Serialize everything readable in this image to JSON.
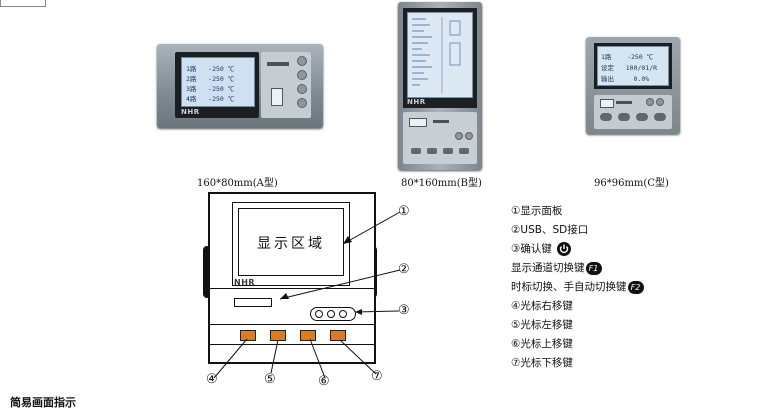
{
  "products": [
    {
      "caption": "160*80mm(A型)",
      "logo": "NHR",
      "screen_rows": [
        "1路   -250 ℃",
        "2路   -250 ℃",
        "3路   -250 ℃",
        "4路   -250 ℃"
      ]
    },
    {
      "caption": "80*160mm(B型)",
      "logo": "NHR"
    },
    {
      "caption": "96*96mm(C型)",
      "screen_rows": [
        "1路    -250 ℃",
        "设定   100/01/R",
        "输出     0.0%"
      ]
    }
  ],
  "diagram": {
    "display_area_label": "显示区域",
    "logo": "NHR",
    "callouts": [
      "①",
      "②",
      "③",
      "④",
      "⑤",
      "⑥",
      "⑦"
    ]
  },
  "legend": [
    {
      "text": "①显示面板"
    },
    {
      "text": "②USB、SD接口"
    },
    {
      "text": "③确认键",
      "icon": "confirm-key-icon"
    },
    {
      "text": "显示通道切换键",
      "badge": "F1"
    },
    {
      "text": "时标切换、手自动切换键",
      "badge": "F2"
    },
    {
      "text": "④光标右移键"
    },
    {
      "text": "⑤光标左移键"
    },
    {
      "text": "⑥光标上移键"
    },
    {
      "text": "⑦光标下移键"
    }
  ],
  "footer": "简易画面指示",
  "colors": {
    "accent_key": "#e07a1f",
    "lcd": "#cfe0f2",
    "housing": "#8a949b"
  }
}
